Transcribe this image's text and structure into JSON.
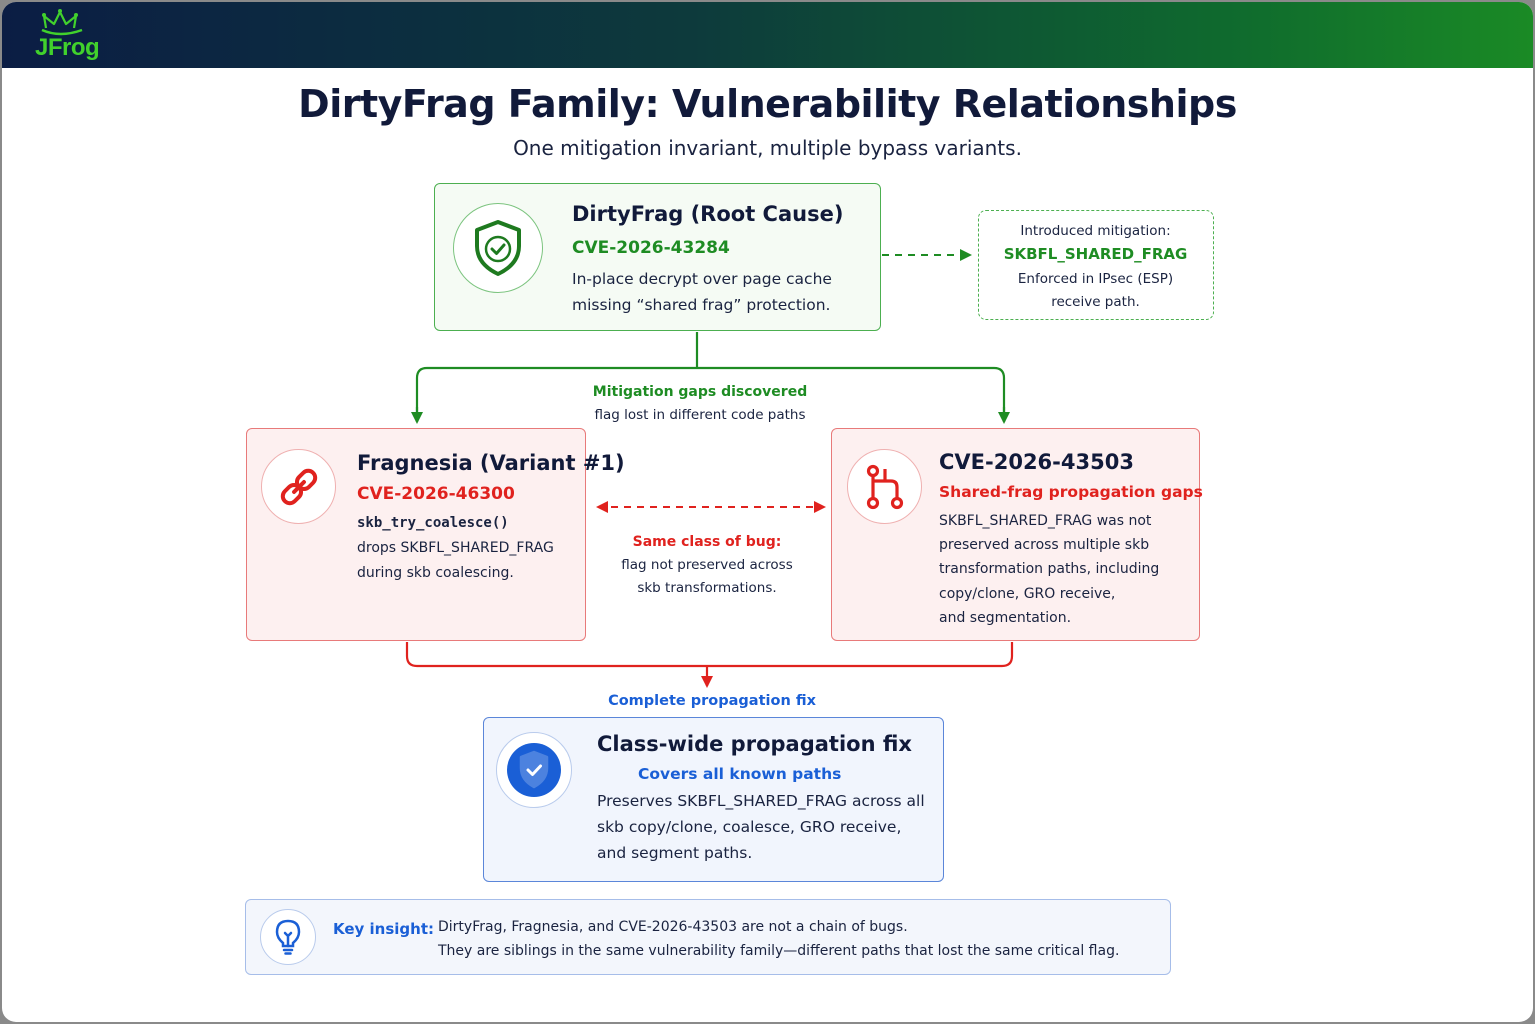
{
  "brand": {
    "logo_text": "JFrog"
  },
  "header": {
    "title": "DirtyFrag Family: Vulnerability Relationships",
    "subtitle": "One mitigation invariant, multiple bypass variants."
  },
  "root": {
    "title": "DirtyFrag (Root Cause)",
    "cve": "CVE-2026-43284",
    "desc_line1": "In-place decrypt over page cache",
    "desc_line2": "missing “shared frag” protection.",
    "icon": "shield-check-icon"
  },
  "mitigation": {
    "line1": "Introduced mitigation:",
    "flag": "SKBFL_SHARED_FRAG",
    "line3": "Enforced in IPsec (ESP)",
    "line4": "receive path."
  },
  "gaps": {
    "label": "Mitigation gaps discovered",
    "desc": "flag lost in different code paths"
  },
  "variant1": {
    "title": "Fragnesia (Variant #1)",
    "cve": "CVE-2026-46300",
    "func": "skb_try_coalesce()",
    "desc_line1": "drops SKBFL_SHARED_FRAG",
    "desc_line2": "during skb coalescing.",
    "icon": "link-icon"
  },
  "same_class": {
    "label": "Same class of bug:",
    "line1": "flag not preserved across",
    "line2": "skb transformations."
  },
  "variant2": {
    "title": "CVE-2026-43503",
    "subtitle": "Shared-frag propagation gaps",
    "lines": [
      "SKBFL_SHARED_FRAG was not",
      "preserved across multiple skb",
      "transformation paths, including",
      "copy/clone, GRO receive,",
      "and segmentation."
    ],
    "icon": "branch-icon"
  },
  "fix_label": "Complete propagation fix",
  "fix": {
    "title": "Class-wide propagation fix",
    "subtitle": "Covers all known paths",
    "lines": [
      "Preserves SKBFL_SHARED_FRAG across all",
      "skb copy/clone, coalesce, GRO receive,",
      "and segment paths."
    ],
    "icon": "shield-check-icon"
  },
  "insight": {
    "label": "Key insight:",
    "line1": "DirtyFrag, Fragnesia, and CVE-2026-43503 are not a chain of bugs.",
    "line2": "They are siblings in the same vulnerability family—different paths that lost the same critical flag.",
    "icon": "lightbulb-icon"
  },
  "colors": {
    "green": "#1e8c23",
    "red": "#e0221e",
    "blue": "#1a5fd6",
    "navy": "#111a3a"
  }
}
